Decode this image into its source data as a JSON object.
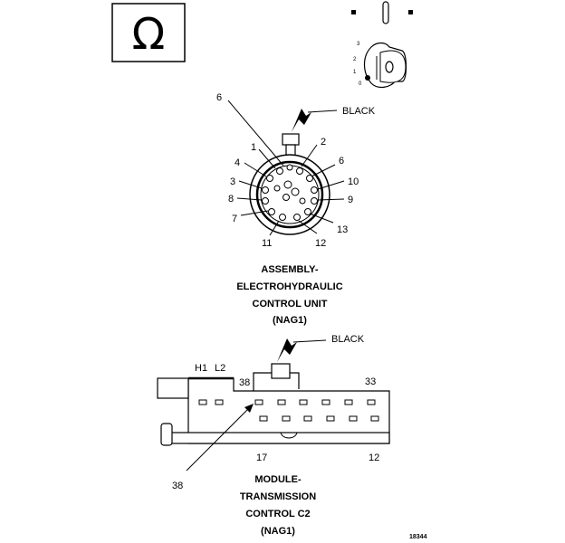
{
  "symbols": {
    "ohm_symbol": "Ω",
    "ohm_meter_icon": "ohmmeter-icon",
    "ignition_icon": "ignition-key-icon",
    "ignition_positions": [
      "3",
      "2",
      "1",
      "0"
    ]
  },
  "ehcu": {
    "color_label": "BLACK",
    "pins": {
      "p1": "1",
      "p2": "2",
      "p3": "3",
      "p4": "4",
      "p6": "6",
      "p7": "7",
      "p8": "8",
      "p9": "9",
      "p10": "10",
      "p11": "11",
      "p12": "12",
      "p13": "13"
    },
    "callout_pin": "6",
    "caption": [
      "ASSEMBLY-",
      "ELECTROHYDRAULIC",
      "CONTROL UNIT",
      "(NAG1)"
    ]
  },
  "tcm": {
    "color_label": "BLACK",
    "cavity_h1": "H1",
    "cavity_l2": "L2",
    "pin_38": "38",
    "pin_33": "33",
    "pin_17": "17",
    "pin_12": "12",
    "callout_pin": "38",
    "caption": [
      "MODULE-",
      "TRANSMISSION",
      "CONTROL C2",
      "(NAG1)"
    ]
  },
  "figure_number": "18344"
}
